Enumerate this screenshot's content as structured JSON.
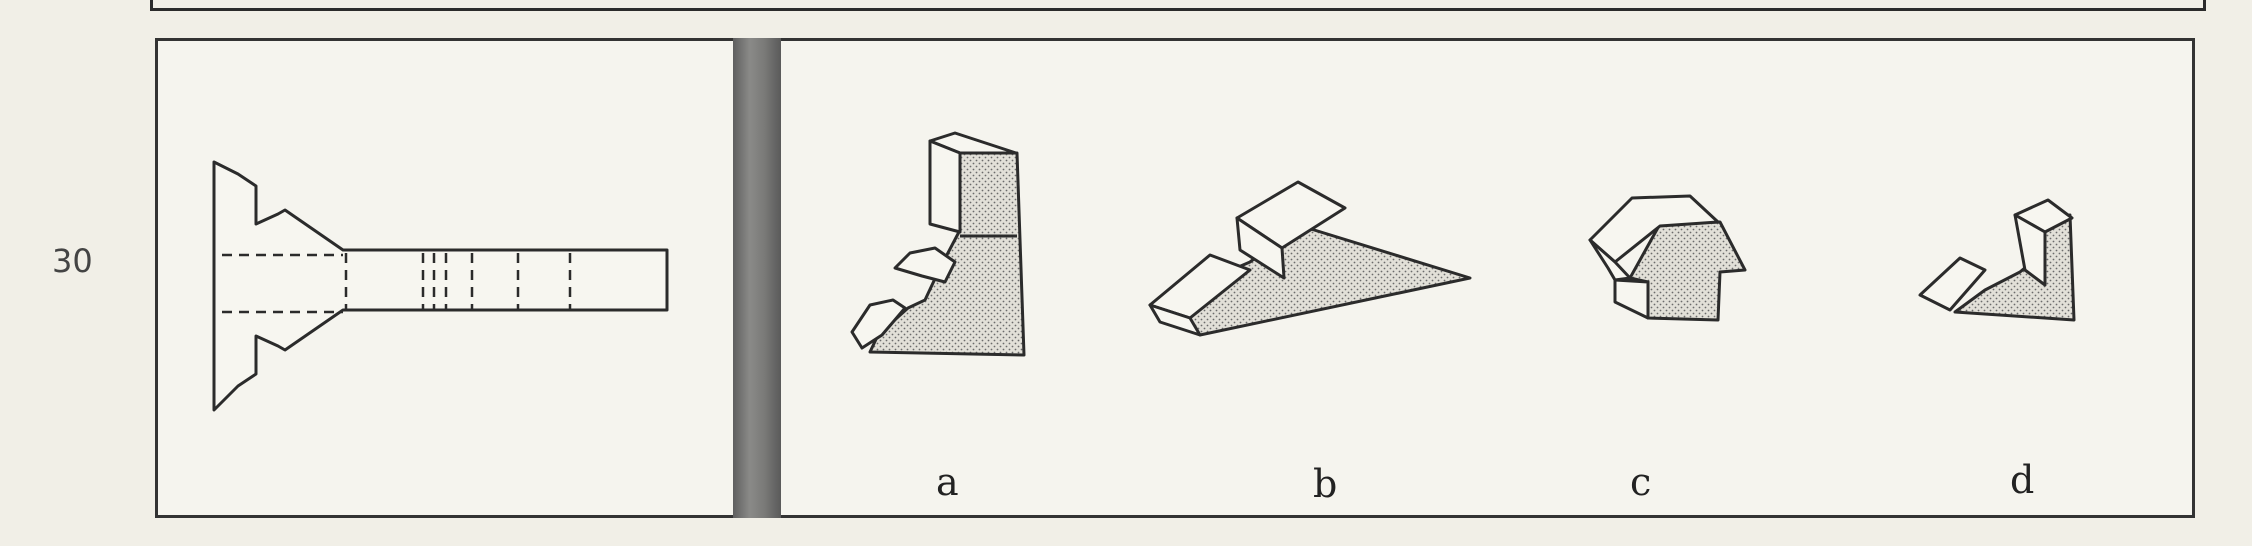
{
  "question": {
    "number": "30"
  },
  "options": [
    {
      "label": "a"
    },
    {
      "label": "b"
    },
    {
      "label": "c"
    },
    {
      "label": "d"
    }
  ],
  "colors": {
    "ink": "#2b2b2b",
    "paper": "#f5f4ee",
    "shade": "#d4d2ca",
    "divider": "#7a7a78"
  }
}
